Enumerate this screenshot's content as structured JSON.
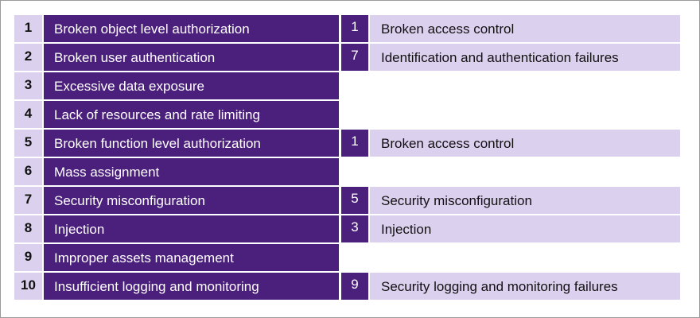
{
  "rows": [
    {
      "num": "1",
      "title": "Broken object level authorization",
      "web": {
        "num": "1",
        "title": "Broken access control"
      }
    },
    {
      "num": "2",
      "title": "Broken user authentication",
      "web": {
        "num": "7",
        "title": "Identification and authentication failures"
      }
    },
    {
      "num": "3",
      "title": "Excessive data exposure",
      "web": null
    },
    {
      "num": "4",
      "title": "Lack of resources and rate limiting",
      "web": null
    },
    {
      "num": "5",
      "title": "Broken function level authorization",
      "web": {
        "num": "1",
        "title": "Broken access control"
      }
    },
    {
      "num": "6",
      "title": "Mass assignment",
      "web": null
    },
    {
      "num": "7",
      "title": "Security misconfiguration",
      "web": {
        "num": "5",
        "title": "Security misconfiguration"
      }
    },
    {
      "num": "8",
      "title": "Injection",
      "web": {
        "num": "3",
        "title": "Injection"
      }
    },
    {
      "num": "9",
      "title": "Improper assets management",
      "web": null
    },
    {
      "num": "10",
      "title": "Insufficient logging and monitoring",
      "web": {
        "num": "9",
        "title": "Security logging and monitoring failures"
      }
    }
  ]
}
